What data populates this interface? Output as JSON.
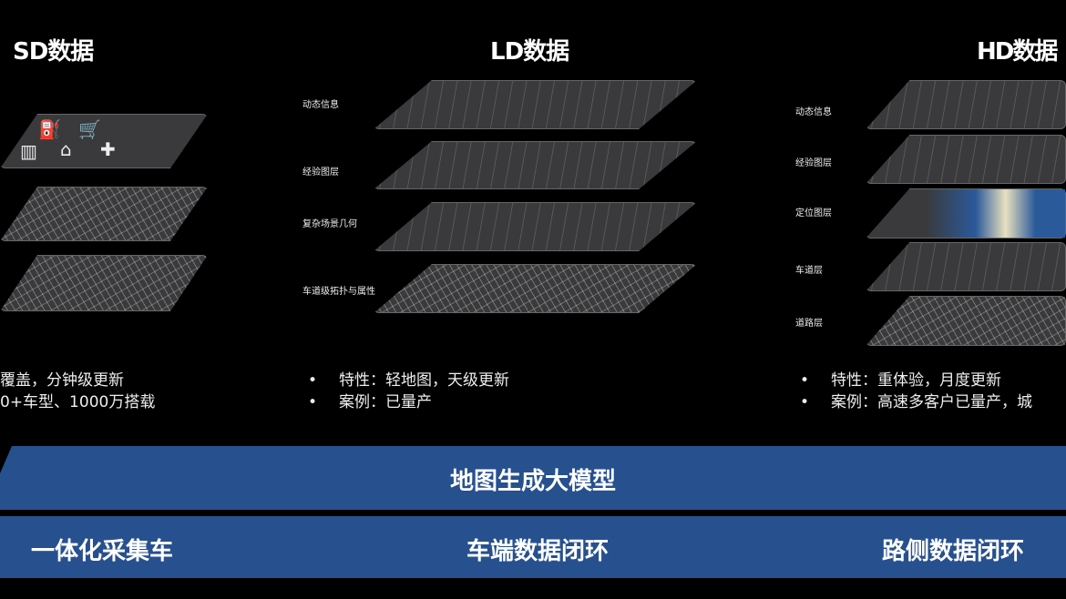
{
  "columns": {
    "sd": {
      "title": "SD数据",
      "icons": [
        "gas-station-icon",
        "shopping-cart-icon",
        "building-icon",
        "home-icon",
        "hospital-icon"
      ],
      "bullets": [
        "覆盖，分钟级更新",
        "0+车型、1000万搭载"
      ]
    },
    "ld": {
      "title": "LD数据",
      "layers": [
        "动态信息",
        "经验图层",
        "复杂场景几何",
        "车道级拓扑与属性"
      ],
      "bullets": [
        "特性：轻地图，天级更新",
        "案例：已量产"
      ]
    },
    "hd": {
      "title": "HD数据",
      "layers": [
        "动态信息",
        "经验图层",
        "定位图层",
        "车道层",
        "道路层"
      ],
      "bullets": [
        "特性：重体验，月度更新",
        "案例：高速多客户已量产，城"
      ]
    }
  },
  "banner_top": {
    "label": "地图生成大模型",
    "color": "#27508e"
  },
  "banner_bottom": {
    "items": [
      "一体化采集车",
      "车端数据闭环",
      "路侧数据闭环"
    ],
    "color": "#27508e"
  }
}
